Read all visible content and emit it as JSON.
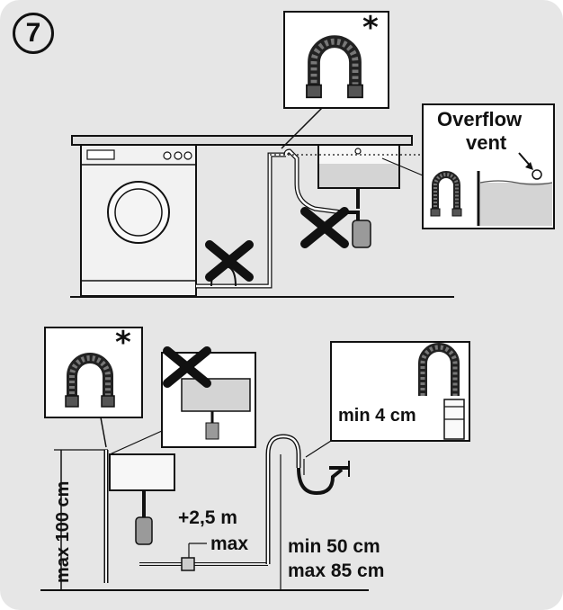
{
  "step": {
    "number": "7"
  },
  "marks": {
    "asterisk": "*"
  },
  "labels": {
    "overflow_line1": "Overflow",
    "overflow_line2": "vent",
    "min_4": "min 4 cm",
    "max_100": "max 100 cm",
    "plus_25": "+2,5 m",
    "max": "max",
    "min_50": "min 50 cm",
    "max_85": "max 85 cm"
  },
  "icons": [
    "hose-bend-guide-icon",
    "cross-mark-icon",
    "washing-machine-icon",
    "sink-icon",
    "siphon-icon",
    "arrow-icon"
  ],
  "colors": {
    "background": "#e6e6e6",
    "line": "#111111",
    "water": "#d4d4d4",
    "box": "#ffffff"
  }
}
